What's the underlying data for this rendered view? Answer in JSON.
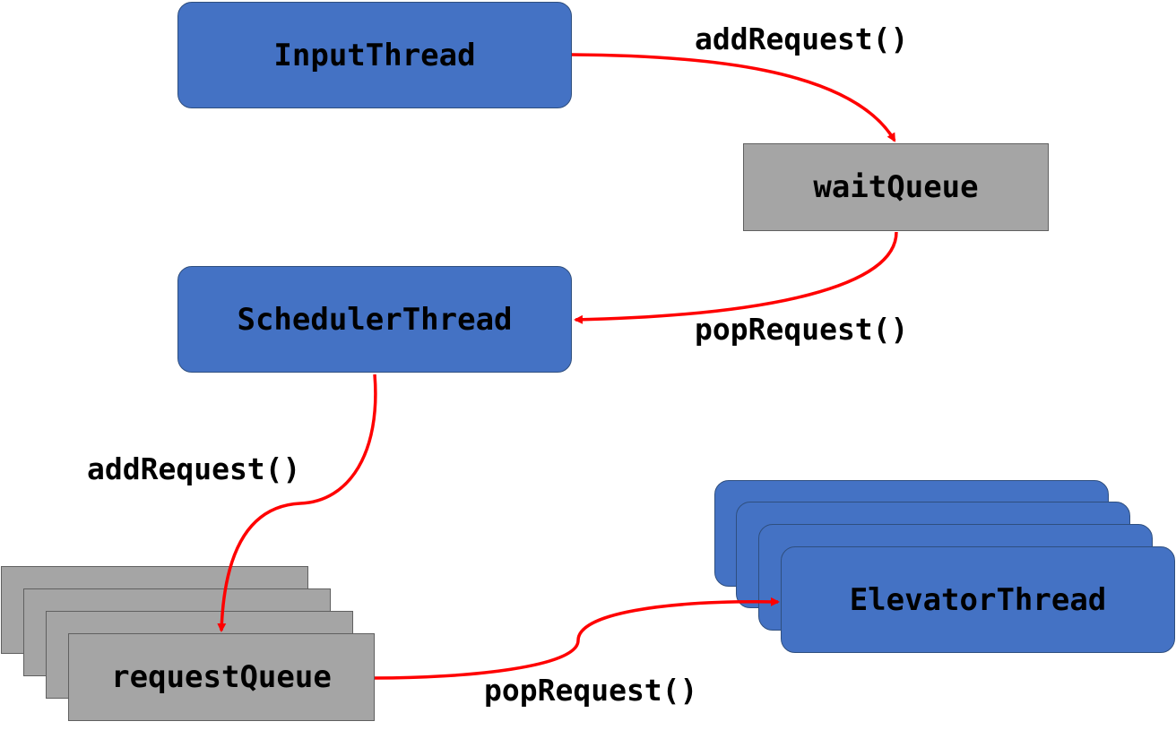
{
  "nodes": {
    "input_thread": "InputThread",
    "wait_queue": "waitQueue",
    "scheduler_thread": "SchedulerThread",
    "request_queue": "requestQueue",
    "elevator_thread": "ElevatorThread"
  },
  "edges": {
    "input_to_wait": "addRequest()",
    "wait_to_scheduler": "popRequest()",
    "scheduler_to_request": "addRequest()",
    "request_to_elevator": "popRequest()"
  },
  "colors": {
    "thread_fill": "#4472C4",
    "queue_fill": "#A5A5A5",
    "arrow": "#FF0000"
  }
}
